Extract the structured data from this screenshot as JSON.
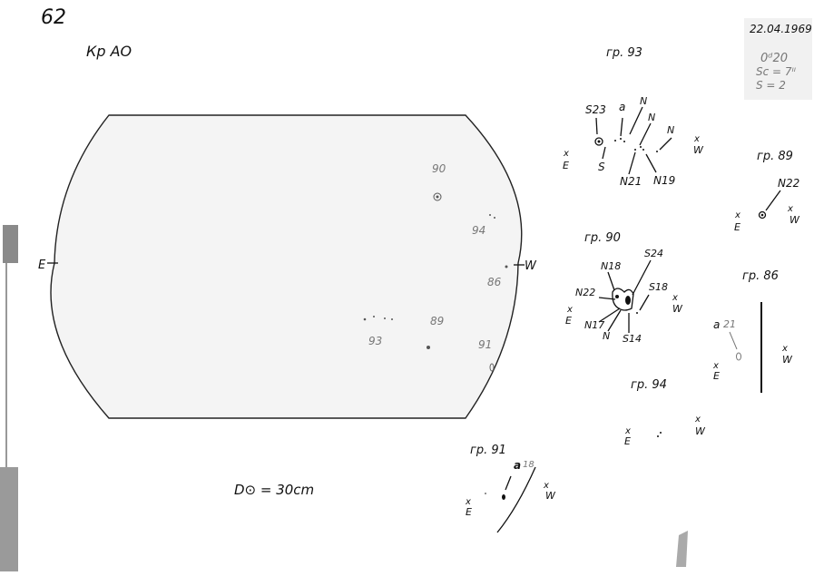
{
  "sheet": {
    "page_number": "62",
    "station": "Кр АО",
    "date": "22.04.1969",
    "time": "0ᵈ20",
    "seeing": "Sc = 7ᴵᴵ",
    "s_value": "S = 2",
    "diameter": "D⊙ = 30cm"
  },
  "disk": {
    "east_label": "E",
    "west_label": "W",
    "group_labels": [
      "90",
      "94",
      "86",
      "89",
      "93",
      "91"
    ]
  },
  "groups": [
    {
      "title": "гр. 93",
      "labels": [
        "S23",
        "a",
        "N",
        "N",
        "N",
        "S",
        "N21",
        "N19"
      ],
      "east": "E",
      "west": "W"
    },
    {
      "title": "гр. 89",
      "labels": [
        "N22"
      ],
      "east": "E",
      "west": "W"
    },
    {
      "title": "гр. 90",
      "labels": [
        "N18",
        "S24",
        "S18",
        "N22",
        "N17",
        "N",
        "S14"
      ],
      "east": "E",
      "west": "W"
    },
    {
      "title": "гр. 86",
      "labels": [
        "a",
        "21"
      ],
      "east": "E",
      "west": "W"
    },
    {
      "title": "гр. 94",
      "labels": [],
      "east": "E",
      "west": "W"
    },
    {
      "title": "гр. 91",
      "labels": [
        "a",
        "18"
      ],
      "east": "E",
      "west": "W"
    }
  ],
  "x_mark": "x"
}
